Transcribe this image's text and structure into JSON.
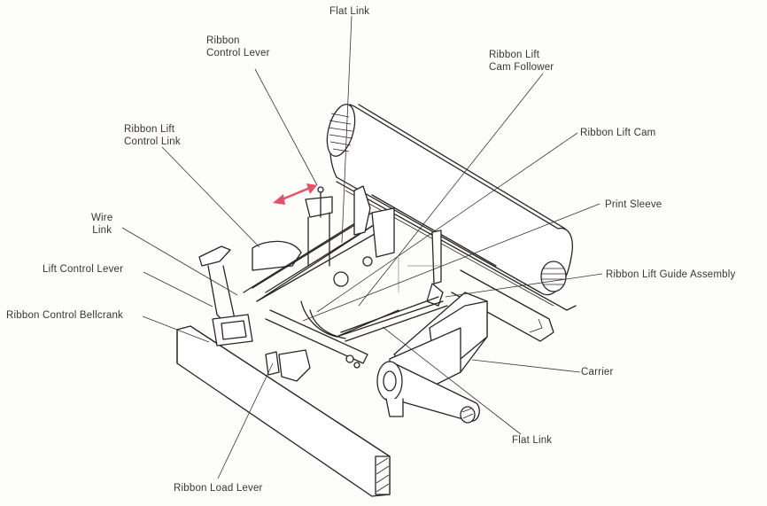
{
  "diagram": {
    "subject": "Typewriter ribbon lift mechanism",
    "accent_color": "#e8506a",
    "motion_indicator": "double-headed-arrow",
    "labels": [
      {
        "id": "flat-link-top",
        "text": "Flat Link"
      },
      {
        "id": "ribbon-control-lever",
        "text": "Ribbon\nControl Lever"
      },
      {
        "id": "ribbon-lift-cam-follower",
        "text": "Ribbon Lift\nCam Follower"
      },
      {
        "id": "ribbon-lift-control-link",
        "text": "Ribbon Lift\nControl Link"
      },
      {
        "id": "ribbon-lift-cam",
        "text": "Ribbon Lift Cam"
      },
      {
        "id": "print-sleeve",
        "text": "Print Sleeve"
      },
      {
        "id": "wire-link",
        "text": "Wire\nLink"
      },
      {
        "id": "lift-control-lever",
        "text": "Lift Control Lever"
      },
      {
        "id": "ribbon-lift-guide-assembly",
        "text": "Ribbon Lift Guide Assembly"
      },
      {
        "id": "ribbon-control-bellcrank",
        "text": "Ribbon Control Bellcrank"
      },
      {
        "id": "carrier",
        "text": "Carrier"
      },
      {
        "id": "flat-link-bottom",
        "text": "Flat Link"
      },
      {
        "id": "ribbon-load-lever",
        "text": "Ribbon Load Lever"
      }
    ]
  }
}
